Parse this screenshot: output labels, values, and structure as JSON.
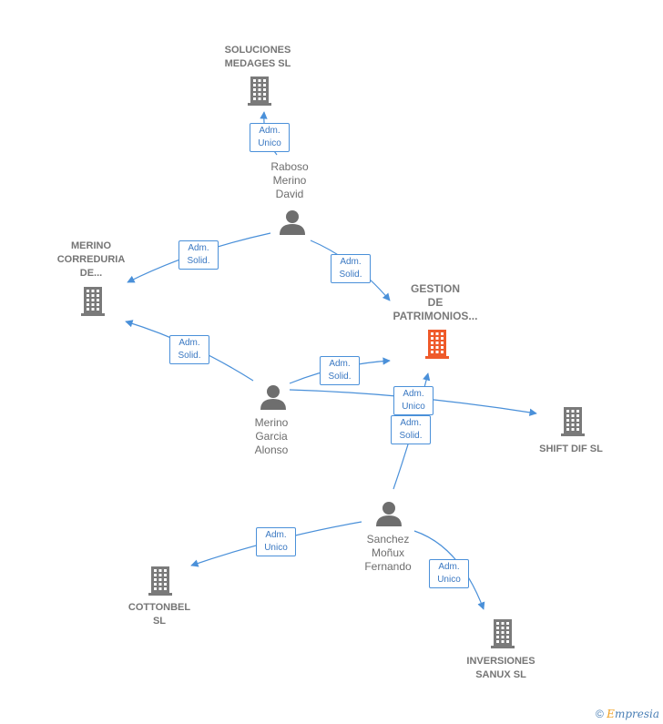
{
  "nodes": {
    "soluciones": {
      "label": "SOLUCIONES\nMEDAGES  SL",
      "type": "company"
    },
    "merino_correduria": {
      "label": "MERINO\nCORREDURIA\nDE...",
      "type": "company"
    },
    "gestion": {
      "label": "GESTION\nDE\nPATRIMONIOS...",
      "type": "company-focus"
    },
    "shift": {
      "label": "SHIFT DIF  SL",
      "type": "company"
    },
    "cottonbel": {
      "label": "COTTONBEL\nSL",
      "type": "company"
    },
    "inversiones": {
      "label": "INVERSIONES\nSANUX  SL",
      "type": "company"
    },
    "raboso": {
      "label": "Raboso\nMerino\nDavid",
      "type": "person"
    },
    "merino_garcia": {
      "label": "Merino\nGarcia\nAlonso",
      "type": "person"
    },
    "sanchez": {
      "label": "Sanchez\nMoñux\nFernando",
      "type": "person"
    }
  },
  "edges": [
    {
      "from": "raboso",
      "to": "soluciones",
      "label": "Adm.\nUnico"
    },
    {
      "from": "raboso",
      "to": "merino_correduria",
      "label": "Adm.\nSolid."
    },
    {
      "from": "raboso",
      "to": "gestion",
      "label": "Adm.\nSolid."
    },
    {
      "from": "merino_garcia",
      "to": "merino_correduria",
      "label": "Adm.\nSolid."
    },
    {
      "from": "merino_garcia",
      "to": "gestion",
      "label": "Adm.\nSolid."
    },
    {
      "from": "merino_garcia",
      "to": "shift",
      "label": "Adm.\nUnico"
    },
    {
      "from": "sanchez",
      "to": "gestion",
      "label": "Adm.\nSolid."
    },
    {
      "from": "sanchez",
      "to": "cottonbel",
      "label": "Adm.\nUnico"
    },
    {
      "from": "sanchez",
      "to": "inversiones",
      "label": "Adm.\nUnico"
    }
  ],
  "colors": {
    "edge": "#4a90d9",
    "company": "#7a7a7a",
    "focus": "#ef5a2a",
    "person": "#6e6e6e"
  },
  "footer": {
    "copyright": "©",
    "brand_first": "E",
    "brand_rest": "mpresia"
  }
}
